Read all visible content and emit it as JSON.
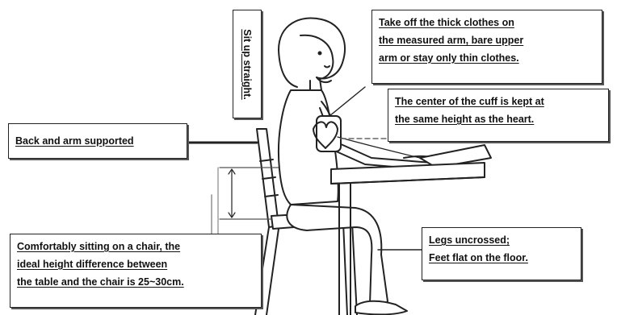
{
  "callouts": {
    "sit_up": "Sit up straight.",
    "clothes": [
      "Take off the thick clothes on",
      "the measured arm, bare upper",
      "arm or stay only thin clothes."
    ],
    "cuff": [
      "The center of the cuff is kept at",
      "the same height as the heart."
    ],
    "back": "Back and arm supported",
    "sitting": [
      "Comfortably sitting on a chair, the",
      "ideal height difference between",
      "the table and the chair is 25~30cm."
    ],
    "legs": [
      "Legs uncrossed;",
      "Feet flat on the floor."
    ]
  }
}
